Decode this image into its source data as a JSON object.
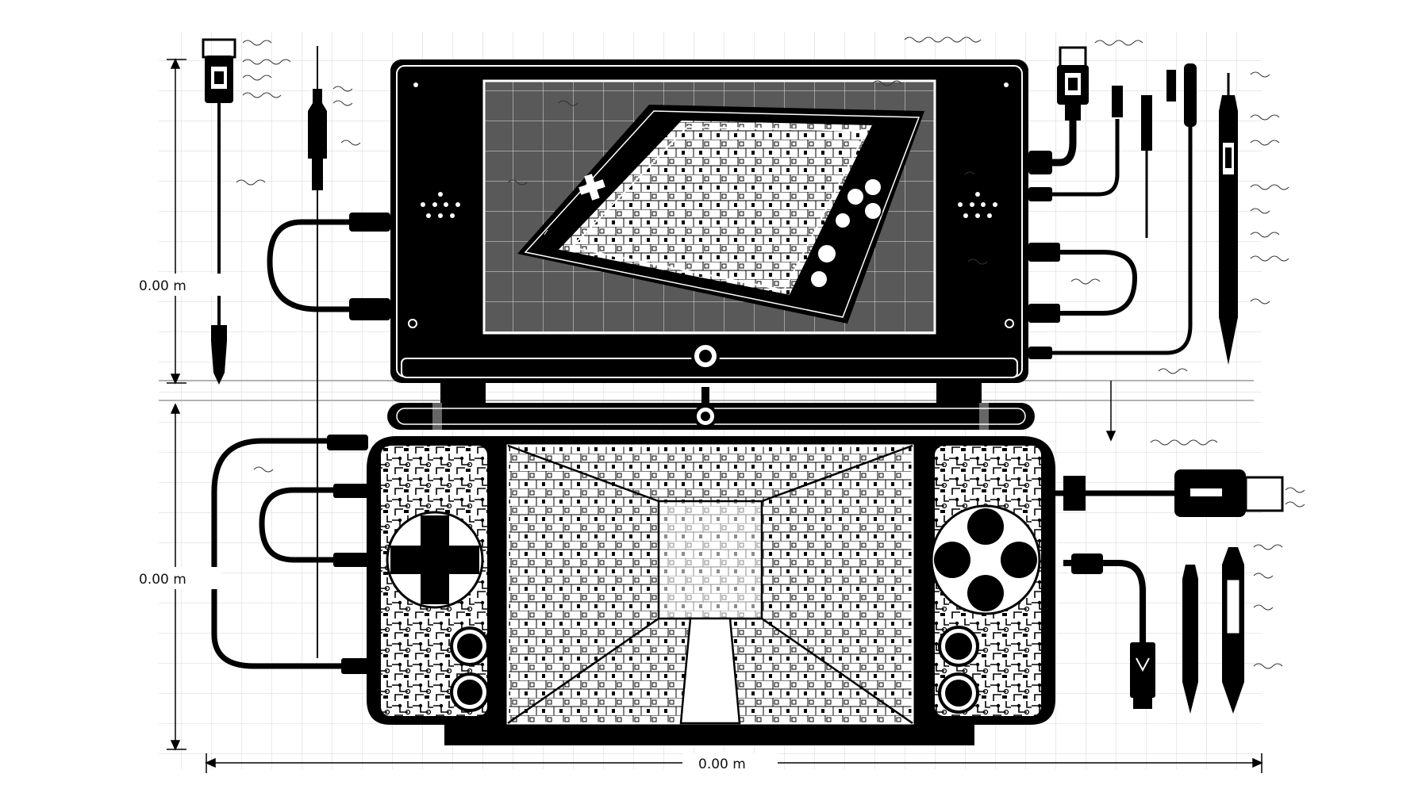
{
  "dimensions": {
    "upper_height": "0.00 m",
    "lower_height": "0.00 m",
    "total_width": "0.00 m"
  },
  "colors": {
    "ink": "#000000",
    "paper": "#ffffff",
    "grid": "#d6d6d6"
  },
  "icons": [
    "dpad-icon",
    "face-button-icon",
    "usb-connector-icon",
    "stylus-icon",
    "cable-icon",
    "hinge-icon"
  ]
}
